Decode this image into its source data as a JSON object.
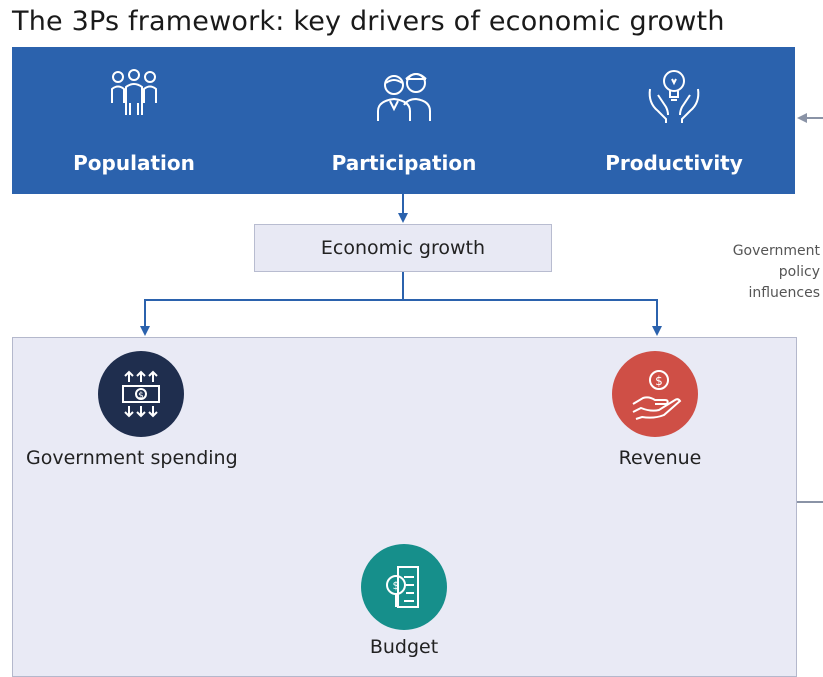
{
  "title": "The 3Ps framework: key drivers of economic growth",
  "drivers": [
    {
      "label": "Population",
      "icon": "people-group-icon"
    },
    {
      "label": "Participation",
      "icon": "workers-icon"
    },
    {
      "label": "Productivity",
      "icon": "lightbulb-hands-icon"
    }
  ],
  "growth": {
    "label": "Economic growth"
  },
  "policy_note": [
    "Government",
    "policy",
    "influences"
  ],
  "outcomes": {
    "spending": {
      "label": "Government spending",
      "icon": "money-flow-icon"
    },
    "revenue": {
      "label": "Revenue",
      "icon": "hand-coin-icon"
    },
    "budget": {
      "label": "Budget",
      "icon": "budget-document-icon"
    }
  },
  "colors": {
    "top_box": "#2b62ad",
    "connector": "#2b62ad",
    "panel": "#e9eaf5",
    "spending": "#1f2e4e",
    "revenue": "#cf4f46",
    "budget": "#168f8b",
    "feedback_arrow": "#8a93a6"
  }
}
